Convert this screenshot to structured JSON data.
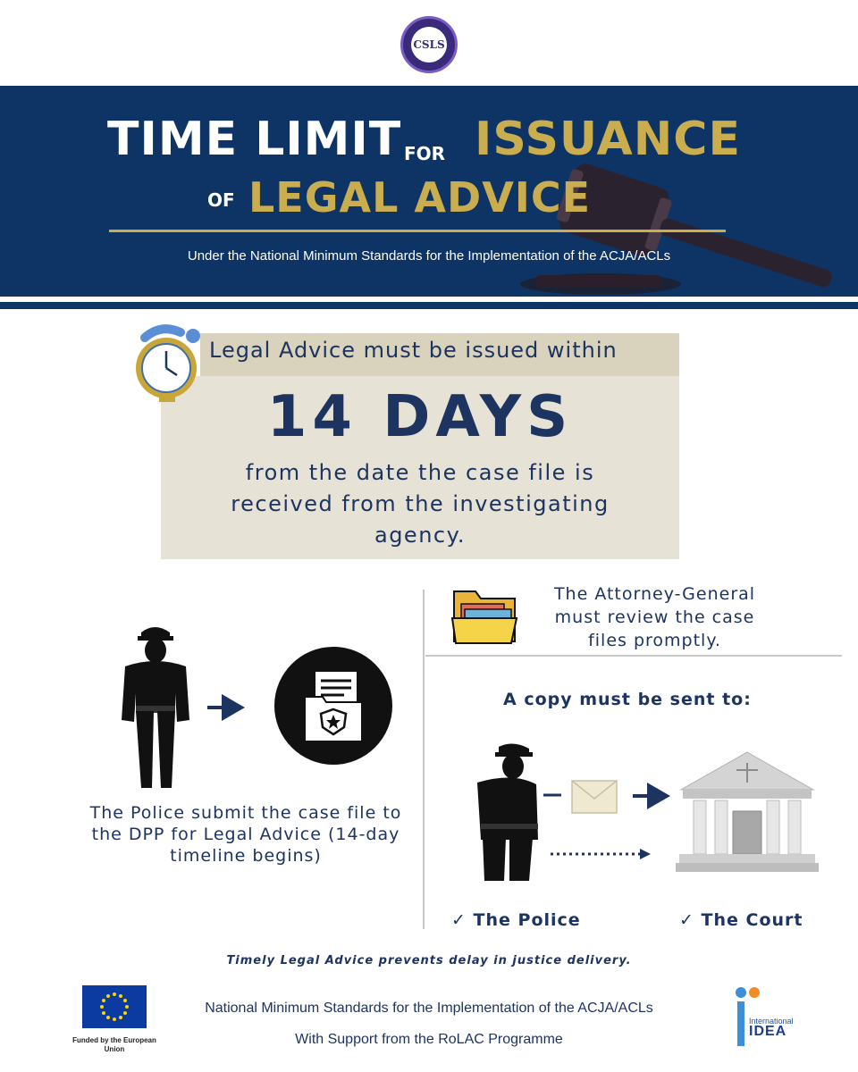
{
  "header": {
    "logo_text": "CSLS",
    "title_line1": "TIME LIMIT",
    "title_for": "FOR",
    "title_issuance": "ISSUANCE",
    "title_of": "OF",
    "title_legal_advice": "LEGAL ADVICE",
    "subtitle": "Under the National Minimum Standards for the Implementation of the ACJA/ACLs"
  },
  "panel": {
    "lead": "Legal Advice must be issued within",
    "days": "14 DAYS",
    "from": "from the date the case file is received from the investigating agency."
  },
  "flow": {
    "police_text": "The Police submit the case file to the DPP for Legal Advice (14-day timeline begins)",
    "ag_text": "The Attorney-General must review the case files promptly.",
    "copy_head": "A copy must be sent to:",
    "check_police": "✓ The Police",
    "check_court": "✓ The Court"
  },
  "footer": {
    "timely": "Timely Legal Advice prevents delay in justice delivery.",
    "line1": "National Minimum Standards for the Implementation of the ACJA/ACLs",
    "line2": "With Support from the  RoLAC Programme",
    "eu_caption": "Funded by the European Union",
    "idea_small": "International",
    "idea_big": "IDEA"
  },
  "colors": {
    "navy": "#0e3466",
    "gold": "#c9ad4e",
    "text": "#1d3461",
    "panel": "#e6e2d6"
  }
}
